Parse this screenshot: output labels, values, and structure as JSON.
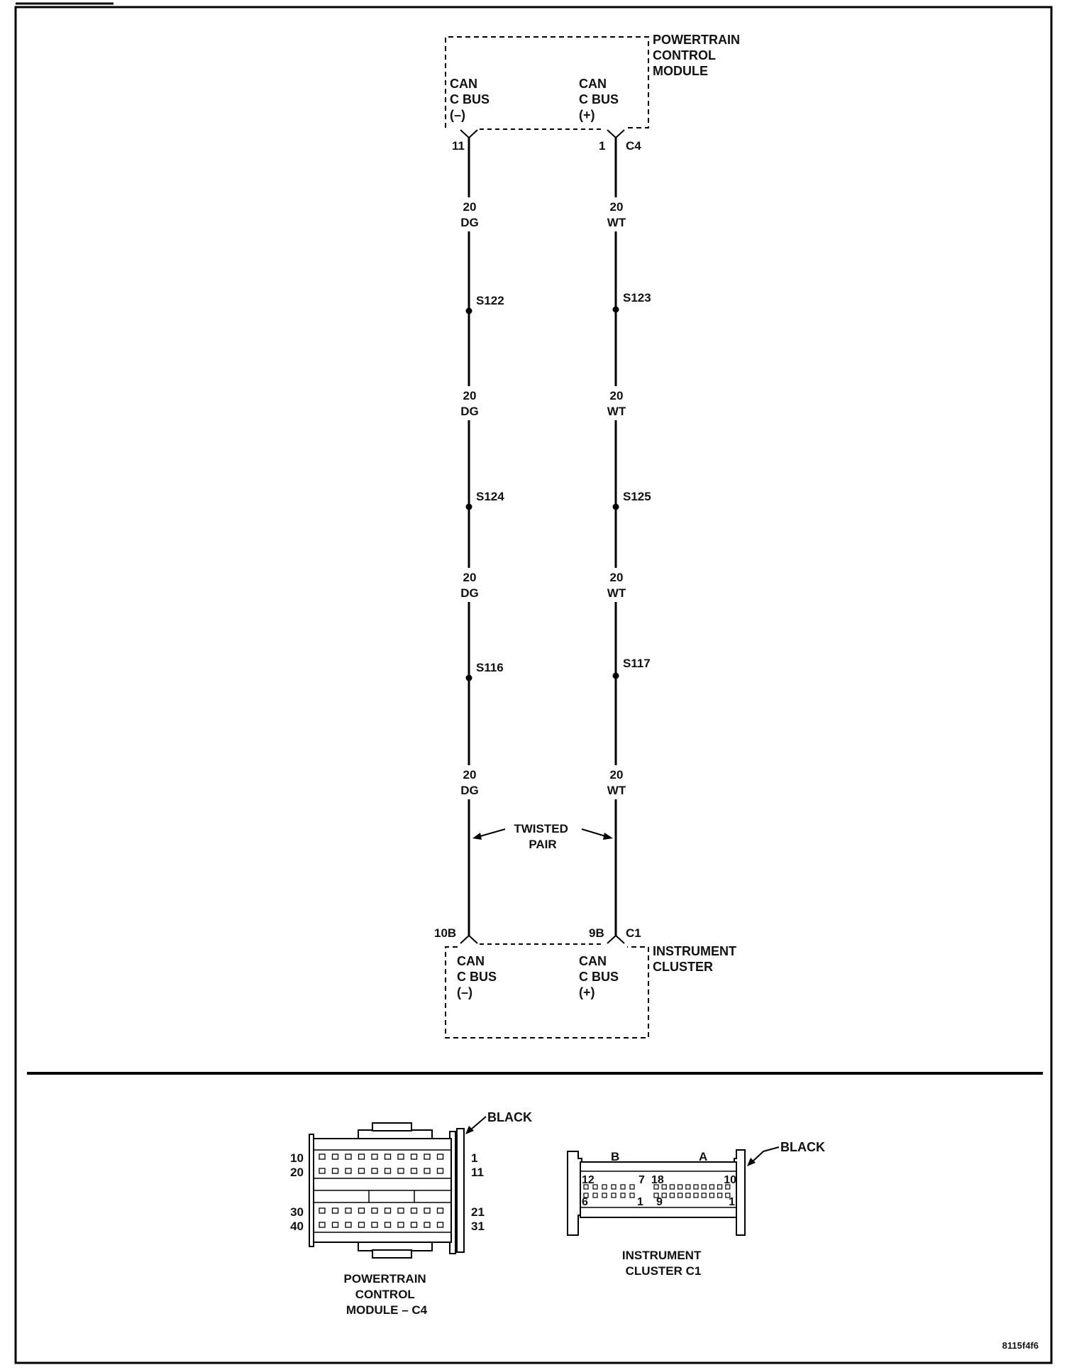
{
  "pcm": {
    "title_lines": [
      "POWERTRAIN",
      "CONTROL",
      "MODULE"
    ],
    "minus_lines": [
      "CAN",
      "C BUS",
      "(–)"
    ],
    "plus_lines": [
      "CAN",
      "C BUS",
      "(+)"
    ],
    "pin_minus": "11",
    "pin_plus": "1",
    "connector": "C4"
  },
  "cluster": {
    "title_lines": [
      "INSTRUMENT",
      "CLUSTER"
    ],
    "minus_lines": [
      "CAN",
      "C BUS",
      "(–)"
    ],
    "plus_lines": [
      "CAN",
      "C BUS",
      "(+)"
    ],
    "pin_minus": "10B",
    "pin_plus": "9B",
    "connector": "C1"
  },
  "wire_left": {
    "gauge": "20",
    "color": "DG",
    "splices": [
      "S122",
      "S124",
      "S116"
    ]
  },
  "wire_right": {
    "gauge": "20",
    "color": "WT",
    "splices": [
      "S123",
      "S125",
      "S117"
    ]
  },
  "twisted_pair_lines": [
    "TWISTED",
    "PAIR"
  ],
  "pcm_connector_view": {
    "color_label": "BLACK",
    "row_numbers_left": [
      "10",
      "20",
      "30",
      "40"
    ],
    "row_numbers_right": [
      "1",
      "11",
      "21",
      "31"
    ],
    "caption_lines": [
      "POWERTRAIN",
      "CONTROL",
      "MODULE – C4"
    ]
  },
  "cluster_connector_view": {
    "color_label": "BLACK",
    "section_b": "B",
    "section_a": "A",
    "pin_top_labels": [
      "12",
      "7",
      "18",
      "10"
    ],
    "pin_bottom_labels": [
      "6",
      "1",
      "9",
      "1"
    ],
    "caption_lines": [
      "INSTRUMENT",
      "CLUSTER C1"
    ]
  },
  "figure_id": "8115f4f6"
}
